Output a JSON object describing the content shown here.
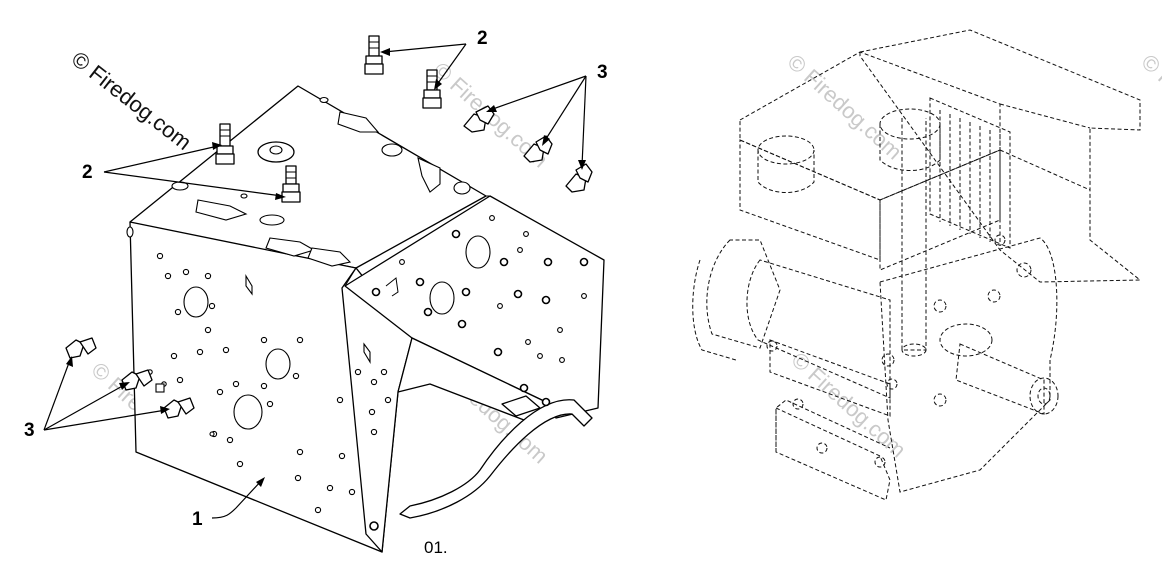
{
  "callouts": {
    "item1": "1",
    "item2_top": "2",
    "item2_left": "2",
    "item3_top": "3",
    "item3_left": "3"
  },
  "figure_caption": "01.",
  "watermark": {
    "primary": "© Firedog.com",
    "repeat": "© Firedog.com"
  },
  "colors": {
    "line": "#000000",
    "watermark": "#c9c9c9",
    "background": "#ffffff"
  }
}
